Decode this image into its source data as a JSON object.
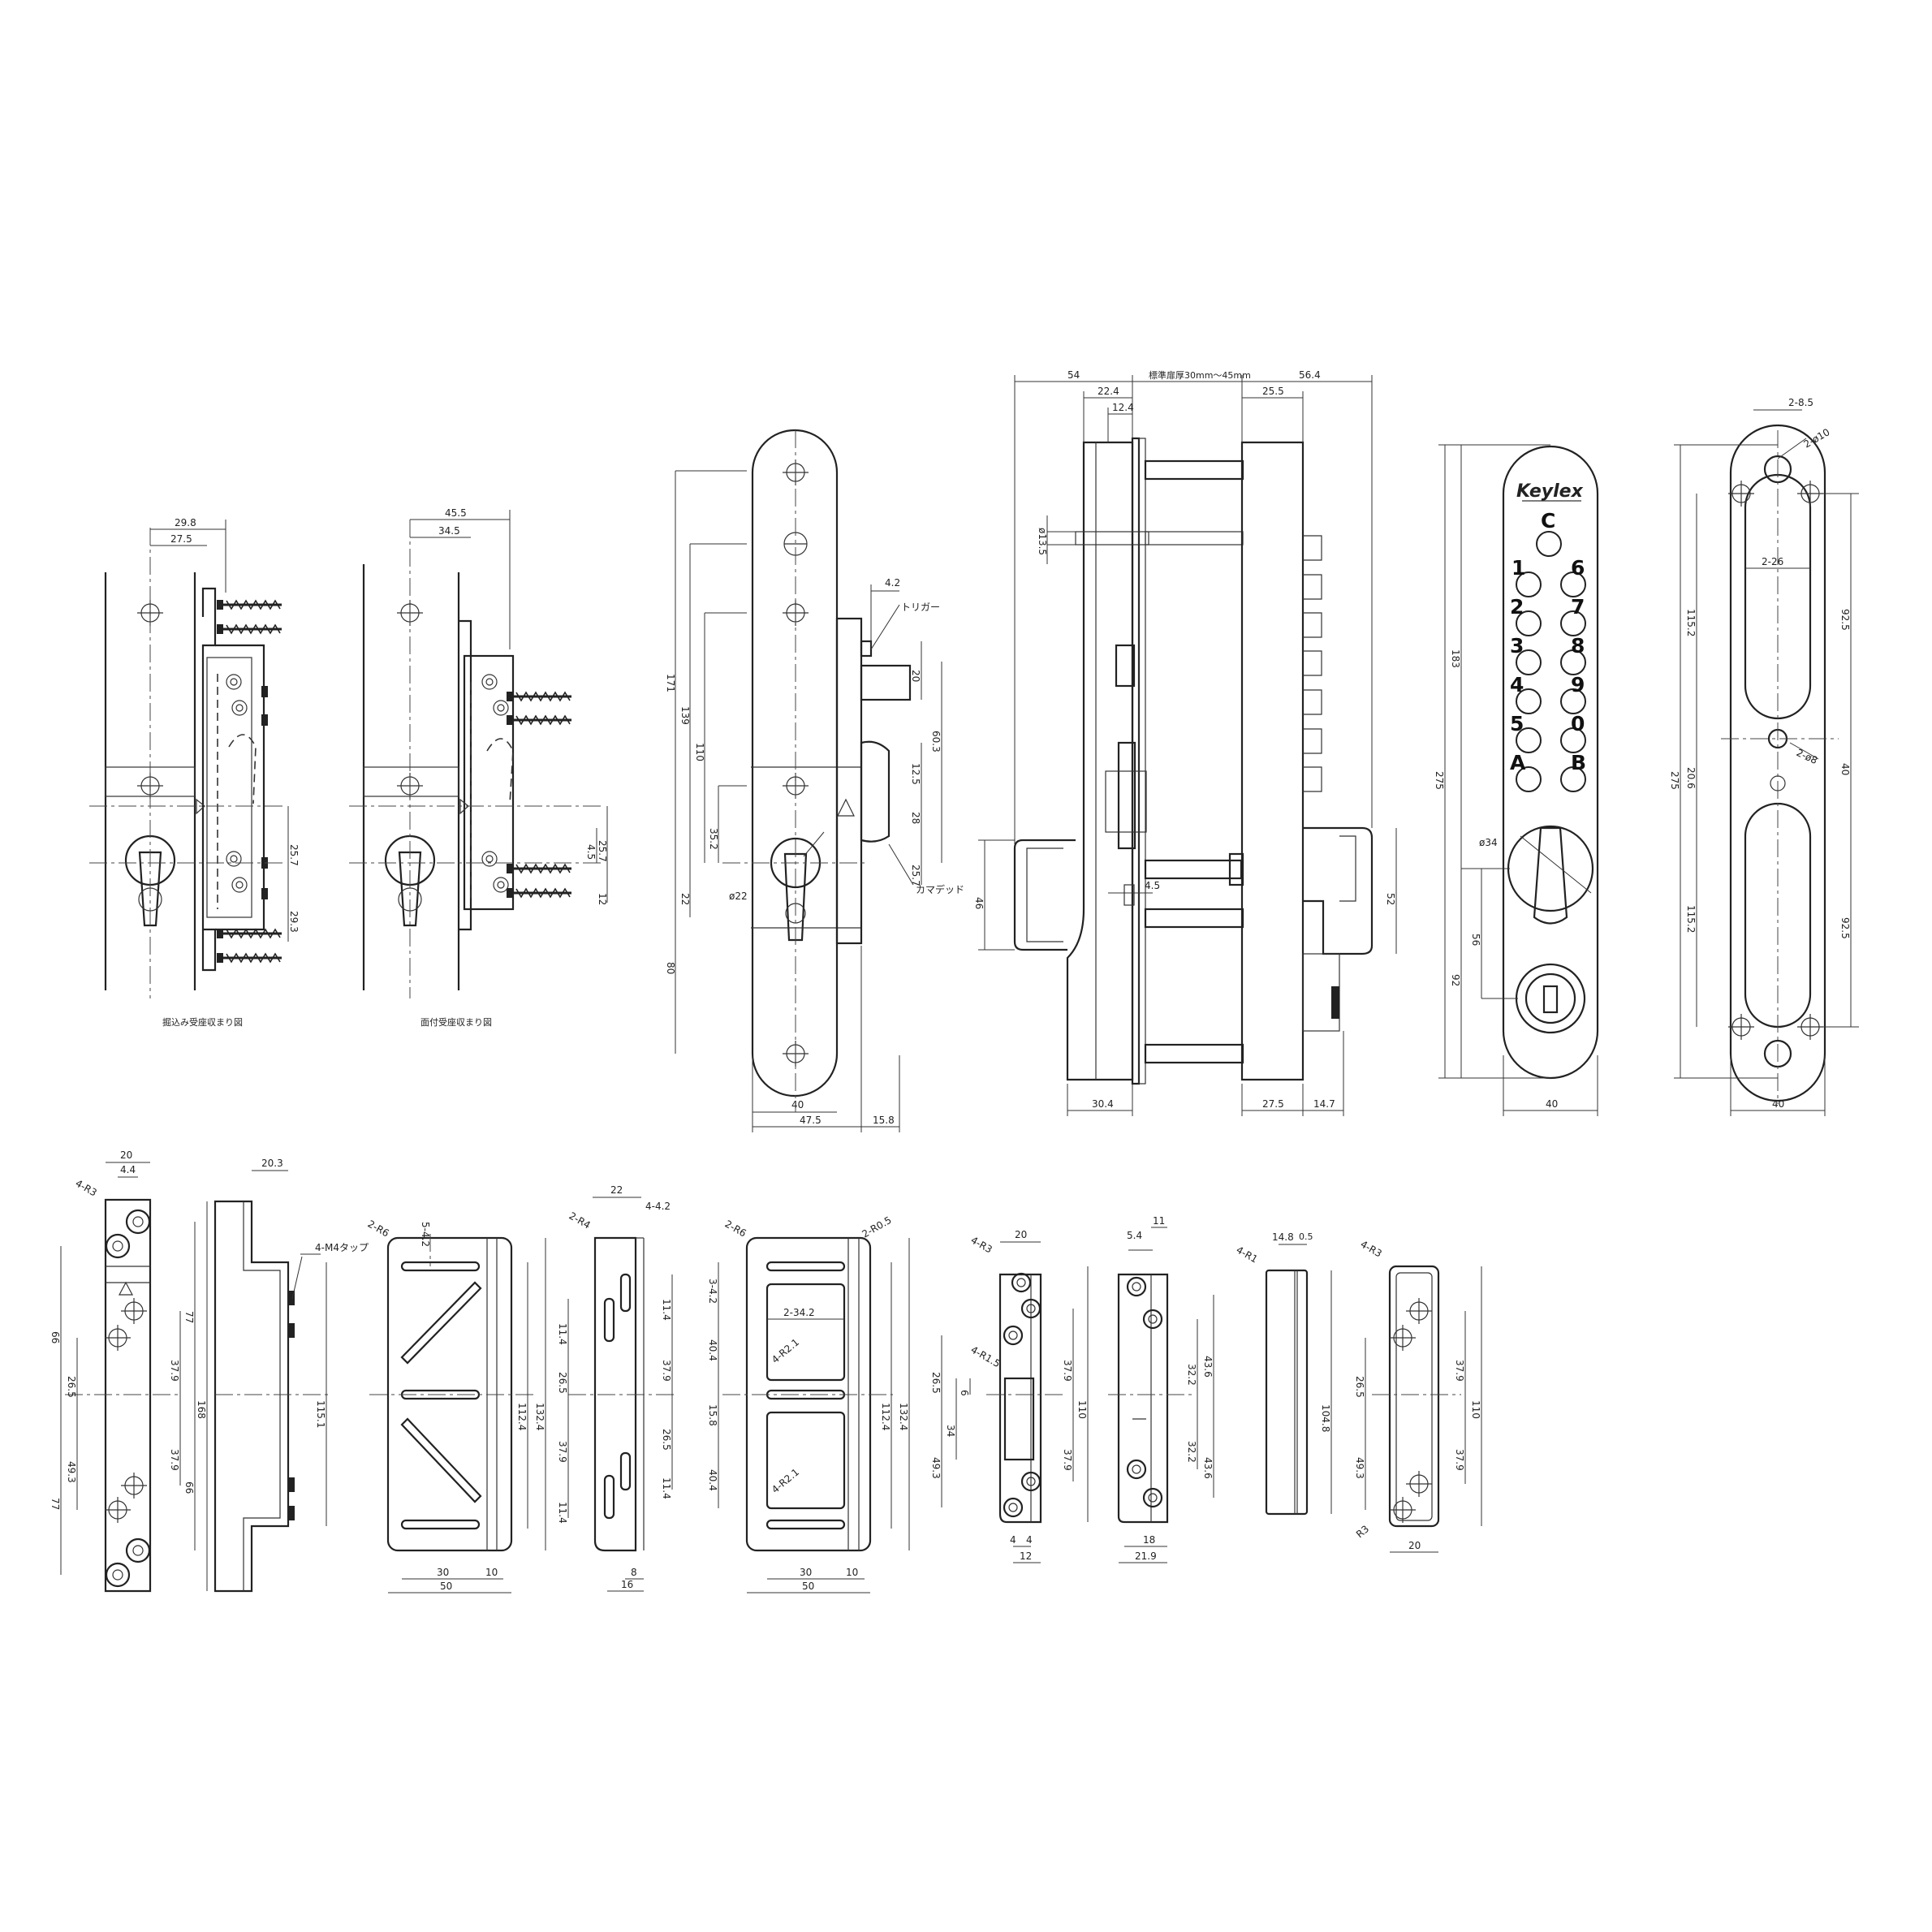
{
  "captions": {
    "recessed_strike": "掘込み受座収まり図",
    "surface_strike": "面付受座収まり図",
    "trigger": "トリガー",
    "tap": "4-M4タップ",
    "latch": "カマデッド",
    "door_thickness": "標準扉厚30mm〜45mm"
  },
  "logo": "Keylex",
  "keypad": {
    "top": "C",
    "left": [
      "1",
      "2",
      "3",
      "4",
      "5",
      "A"
    ],
    "right": [
      "6",
      "7",
      "8",
      "9",
      "0",
      "B"
    ]
  },
  "dims": {
    "v1_29_8": "29.8",
    "v1_27_5": "27.5",
    "v1_25_7": "25.7",
    "v1_29_3": "29.3",
    "v2_45_5": "45.5",
    "v2_34_5": "34.5",
    "v2_4_5": "4.5",
    "v2_25_7": "25.7",
    "v2_12": "12",
    "v3_171": "171",
    "v3_139": "139",
    "v3_110": "110",
    "v3_35_2": "35.2",
    "v3_22": "22",
    "v3_80": "80",
    "v3_4_2": "4.2",
    "v3_20": "20",
    "v3_60_3": "60.3",
    "v3_12_5": "12.5",
    "v3_28": "28",
    "v3_25_7": "25.7",
    "v3_phi22": "ø22",
    "v3_40": "40",
    "v3_47_5": "47.5",
    "v3_15_8": "15.8",
    "v4_54": "54",
    "v4_22_4": "22.4",
    "v4_12_4": "12.4",
    "v4_56_4": "56.4",
    "v4_25_5": "25.5",
    "v4_phi13_5": "ø13.5",
    "v4_46": "46",
    "v4_4_5": "4.5",
    "v4_52": "52",
    "v4_30_4": "30.4",
    "v4_27_5": "27.5",
    "v4_14_7": "14.7",
    "v5_183": "183",
    "v5_275": "275",
    "v5_56": "56",
    "v5_92": "92",
    "v5_phi34": "ø34",
    "v5_40": "40",
    "v6_2_8_5": "2-8.5",
    "v6_2_phi10": "2-ø10",
    "v6_2_26": "2-26",
    "v6_115_2a": "115.2",
    "v6_92_5a": "92.5",
    "v6_275": "275",
    "v6_20_6": "20.6",
    "v6_40": "40",
    "v6_2_phi8": "2-ø8",
    "v6_115_2b": "115.2",
    "v6_92_5b": "92.5",
    "v6_40w": "40",
    "b1_20": "20",
    "b1_4_4": "4.4",
    "b1_4_r3": "4-R3",
    "b1_66": "66",
    "b1_77": "77",
    "b1_26_5": "26.5",
    "b1_37_9a": "37.9",
    "b1_37_9b": "37.9",
    "b1_49_3": "49.3",
    "b1_66b": "66",
    "b1_77b": "77",
    "b2_20_3": "20.3",
    "b2_168": "168",
    "b2_115_1": "115.1",
    "b3_2_r6": "2-R6",
    "b3_5_4_2": "5-4.2",
    "b3_112_4": "112.4",
    "b3_132_4": "132.4",
    "b3_30": "30",
    "b3_10": "10",
    "b3_50": "50",
    "b4_22": "22",
    "b4_4_4_2": "4-4.2",
    "b4_2_r4": "2-R4",
    "b4_11_4a": "11.4",
    "b4_11_4b": "11.4",
    "b4_26_5a": "26.5",
    "b4_37_9a": "37.9",
    "b4_37_9b": "37.9",
    "b4_26_5b": "26.5",
    "b4_11_4c": "11.4",
    "b4_11_4d": "11.4",
    "b4_8": "8",
    "b4_16": "16",
    "b5_2_r6": "2-R6",
    "b5_2_r0_5": "2-R0.5",
    "b5_3_4_2": "3-4.2",
    "b5_2_34_2": "2-34.2",
    "b5_40_4a": "40.4",
    "b5_4_r2_1a": "4-R2.1",
    "b5_15_8": "15.8",
    "b5_40_4b": "40.4",
    "b5_4_r2_1b": "4-R2.1",
    "b5_112_4": "112.4",
    "b5_132_4": "132.4",
    "b5_30": "30",
    "b5_10": "10",
    "b5_50": "50",
    "b6_20": "20",
    "b6_4_r3": "4-R3",
    "b6_4_r1_5": "4-R1.5",
    "b6_26_5": "26.5",
    "b6_6": "6",
    "b6_34": "34",
    "b6_49_3": "49.3",
    "b6_37_9a": "37.9",
    "b6_37_9b": "37.9",
    "b6_110": "110",
    "b6_4a": "4",
    "b6_4b": "4",
    "b6_12": "12",
    "b7_5_4": "5.4",
    "b7_11": "11",
    "b7_32_2a": "32.2",
    "b7_43_6a": "43.6",
    "b7_32_2b": "32.2",
    "b7_43_6b": "43.6",
    "b7_18": "18",
    "b7_21_9": "21.9",
    "b8_14_8": "14.8",
    "b8_0_5": "0.5",
    "b8_4_r1": "4-R1",
    "b8_104_8": "104.8",
    "b9_4_r3": "4-R3",
    "b9_26_5": "26.5",
    "b9_37_9a": "37.9",
    "b9_37_9b": "37.9",
    "b9_49_3": "49.3",
    "b9_110": "110",
    "b9_r3": "R3",
    "b9_20": "20"
  }
}
